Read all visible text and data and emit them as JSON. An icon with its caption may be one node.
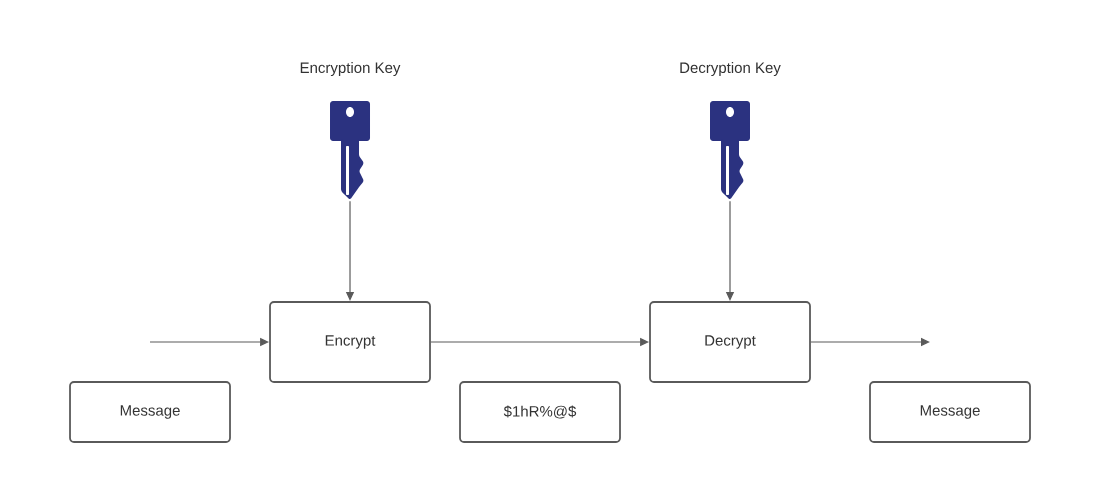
{
  "diagram": {
    "nodes": [
      {
        "text": [
          "Encryption Key"
        ]
      },
      {
        "text": [
          "Decryption Key"
        ]
      },
      {
        "text": [
          "Encrypt"
        ]
      },
      {
        "text": [
          "Decrypt"
        ]
      },
      {
        "text": [
          "Message"
        ]
      },
      {
        "text": [
          "$1hR%@$"
        ]
      },
      {
        "text": [
          "Message"
        ]
      }
    ],
    "edges": [
      {
        "from": 0,
        "to": 2,
        "arrow": "to"
      },
      {
        "from": 1,
        "to": 3,
        "arrow": "to"
      },
      {
        "from": null,
        "to": 2,
        "arrow": "to"
      },
      {
        "from": 2,
        "to": 3,
        "arrow": "to"
      },
      {
        "from": 3,
        "to": null,
        "arrow": "to"
      }
    ]
  }
}
